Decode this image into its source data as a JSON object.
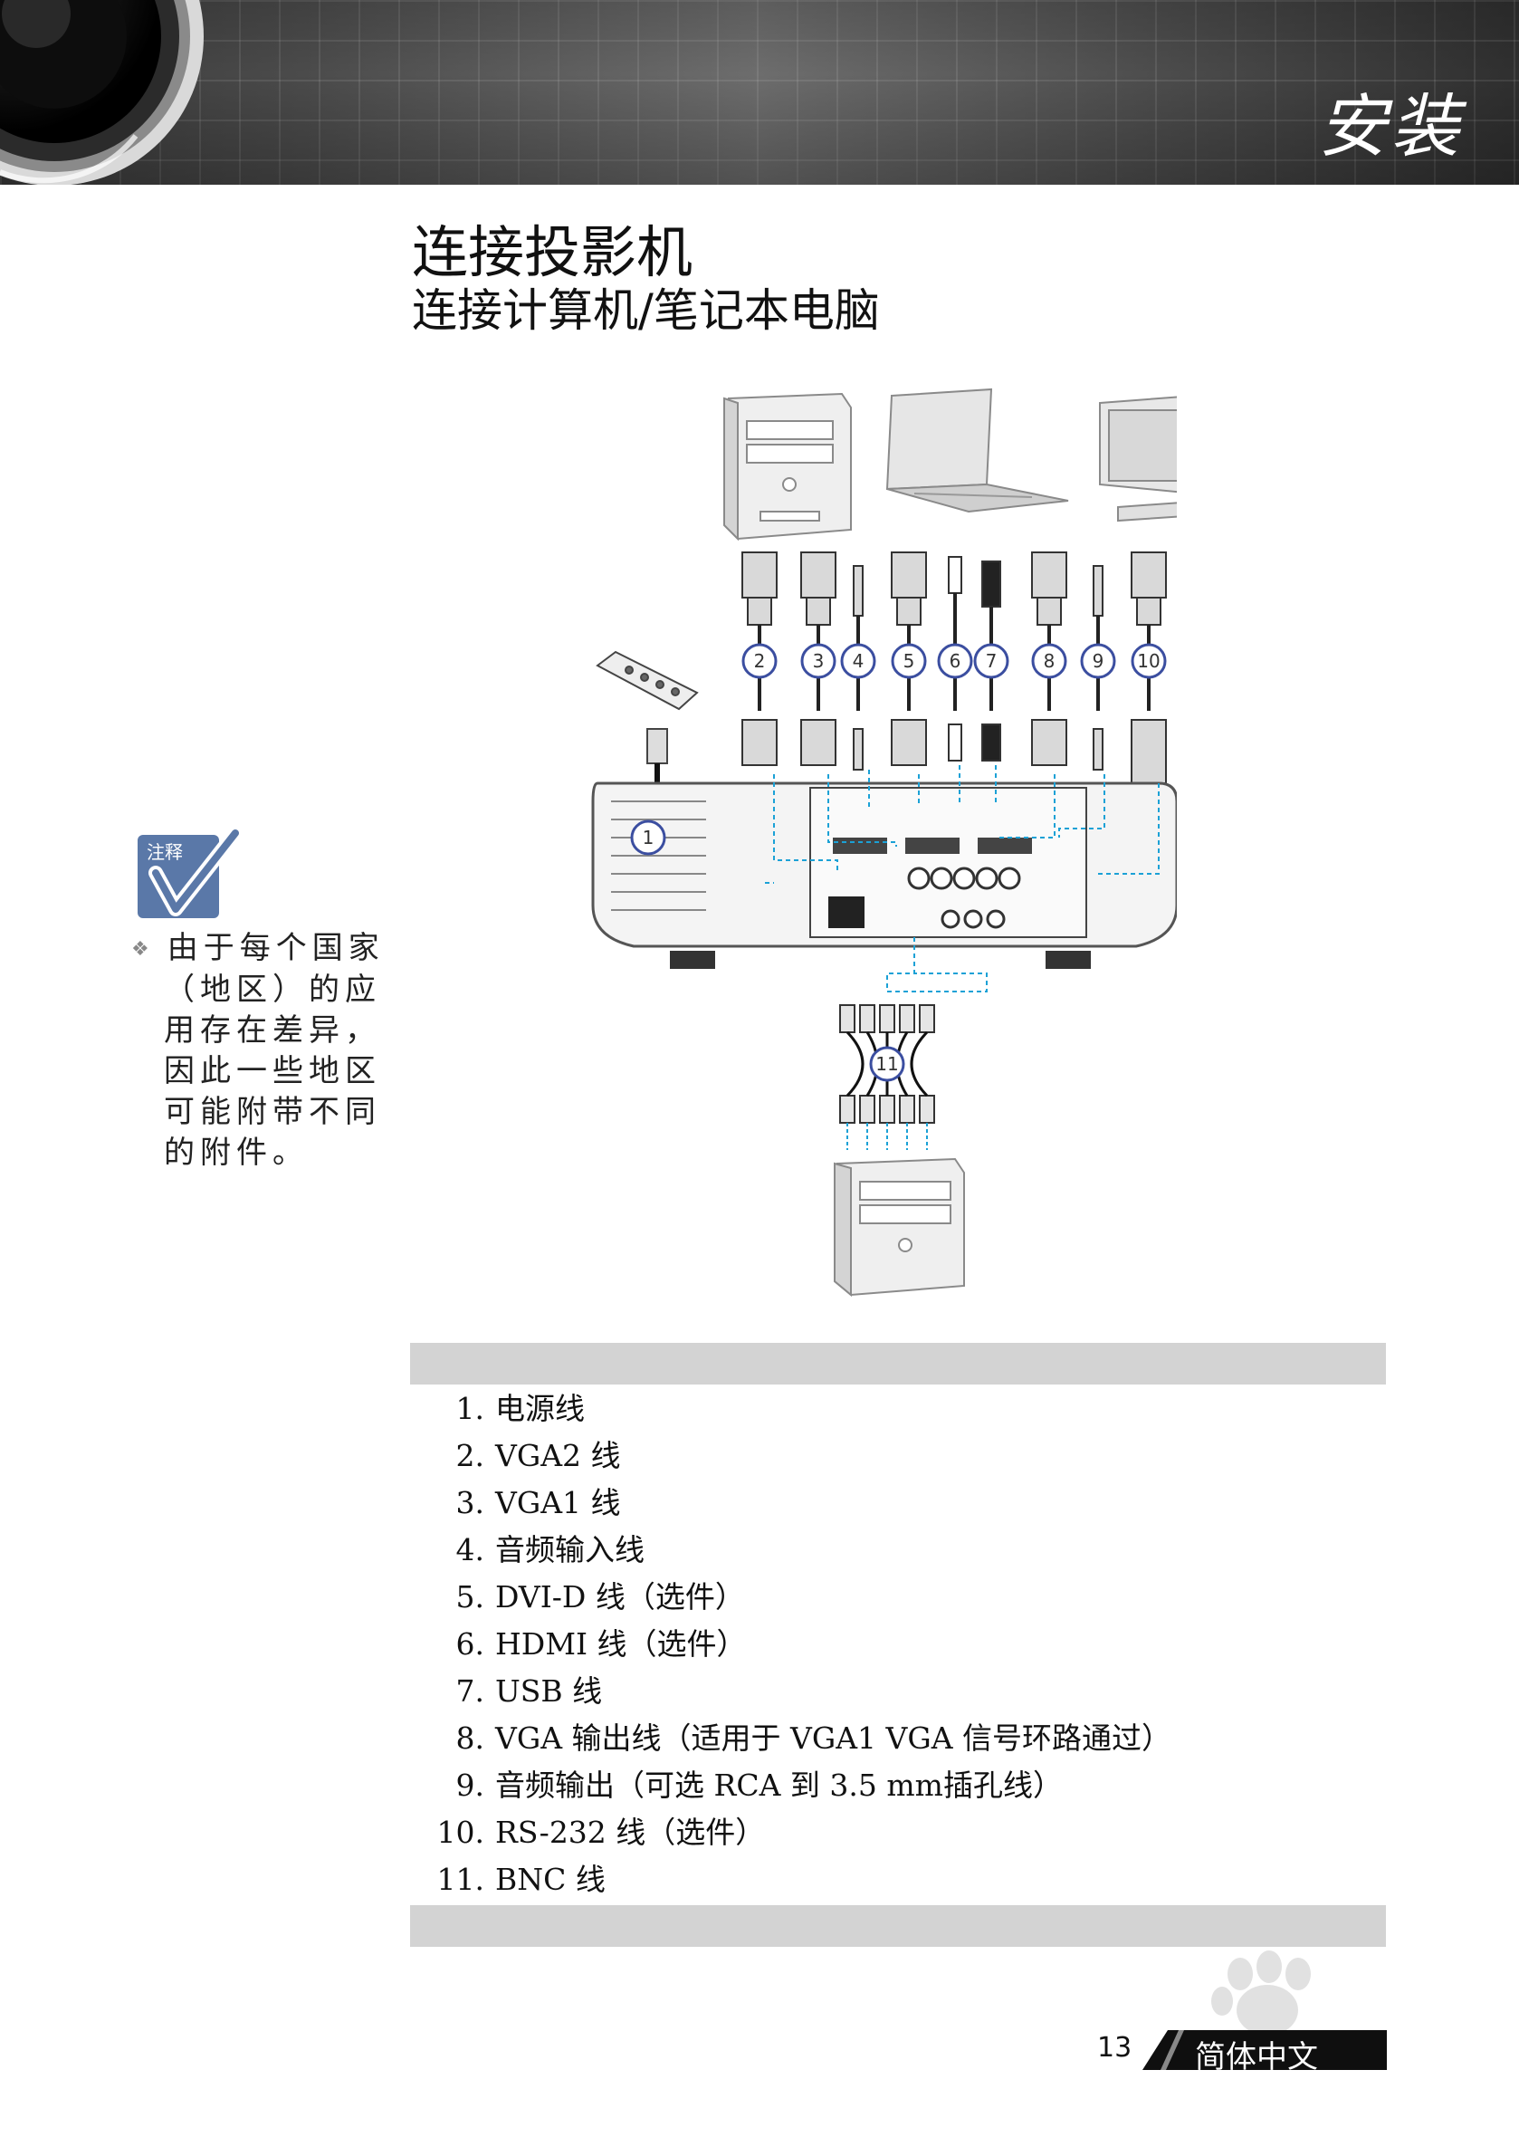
{
  "header": {
    "section_title": "安装"
  },
  "title": "连接投影机",
  "subtitle": "连接计算机/笔记本电脑",
  "diagram": {
    "callouts": [
      "1",
      "2",
      "3",
      "4",
      "5",
      "6",
      "7",
      "8",
      "9",
      "10",
      "11"
    ],
    "icons": [
      "desktop-pc-icon",
      "laptop-icon",
      "monitor-icon",
      "power-strip-icon",
      "projector-icon",
      "desktop-pc-icon"
    ]
  },
  "note": {
    "icon_label": "注释",
    "lines": [
      "由于每个国家",
      "（地区）的应",
      "用存在差异，",
      "因此一些地区",
      "可能附带不同",
      "的附件。"
    ]
  },
  "cables": [
    {
      "num": "1.",
      "text": "电源线"
    },
    {
      "num": "2.",
      "text": "VGA2 线"
    },
    {
      "num": "3.",
      "text": "VGA1 线"
    },
    {
      "num": "4.",
      "text": "音频输入线"
    },
    {
      "num": "5.",
      "text": "DVI-D 线（选件）"
    },
    {
      "num": "6.",
      "text": "HDMI 线（选件）"
    },
    {
      "num": "7.",
      "text": "USB 线"
    },
    {
      "num": "8.",
      "text": "VGA 输出线（适用于 VGA1 VGA 信号环路通过）"
    },
    {
      "num": "9.",
      "text": "音频输出（可选 RCA 到 3.5 mm插孔线）"
    },
    {
      "num": "10.",
      "text": "RS-232 线（选件）"
    },
    {
      "num": "11.",
      "text": "BNC 线"
    }
  ],
  "footer": {
    "page_number": "13",
    "language": "简体中文"
  },
  "colors": {
    "callout_stroke": "#3b4ea0",
    "guide_line": "#1ba1d6",
    "note_icon_bg": "#5a78a8"
  }
}
